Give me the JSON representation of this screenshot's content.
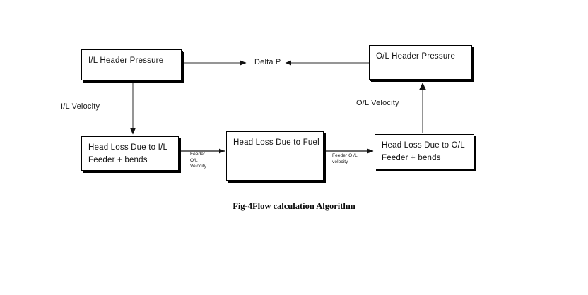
{
  "diagram": {
    "caption": "Fig-4Flow calculation Algorithm",
    "nodes": [
      {
        "id": "il-header",
        "label": "I/L Header Pressure"
      },
      {
        "id": "ol-header",
        "label": "O/L Header Pressure"
      },
      {
        "id": "il-loss",
        "label": "Head Loss Due to I/L\nFeeder + bends"
      },
      {
        "id": "fuel-loss",
        "label": "Head Loss  Due to Fuel"
      },
      {
        "id": "ol-loss",
        "label": "Head Loss Due to O/L\nFeeder + bends"
      }
    ],
    "edge_labels": {
      "delta_p": "Delta P",
      "il_velocity": "I/L Velocity",
      "ol_velocity": "O/L Velocity",
      "feeder_ol_velocity_left": "Feeder\nO/L\nVelocity",
      "feeder_ol_velocity_right": "Feeder O /L\nvelocity"
    },
    "style": {
      "line_color": "#2b2b2b",
      "box_border_color": "#000000",
      "background": "#ffffff",
      "caption_color": "#0b0b0b"
    }
  }
}
